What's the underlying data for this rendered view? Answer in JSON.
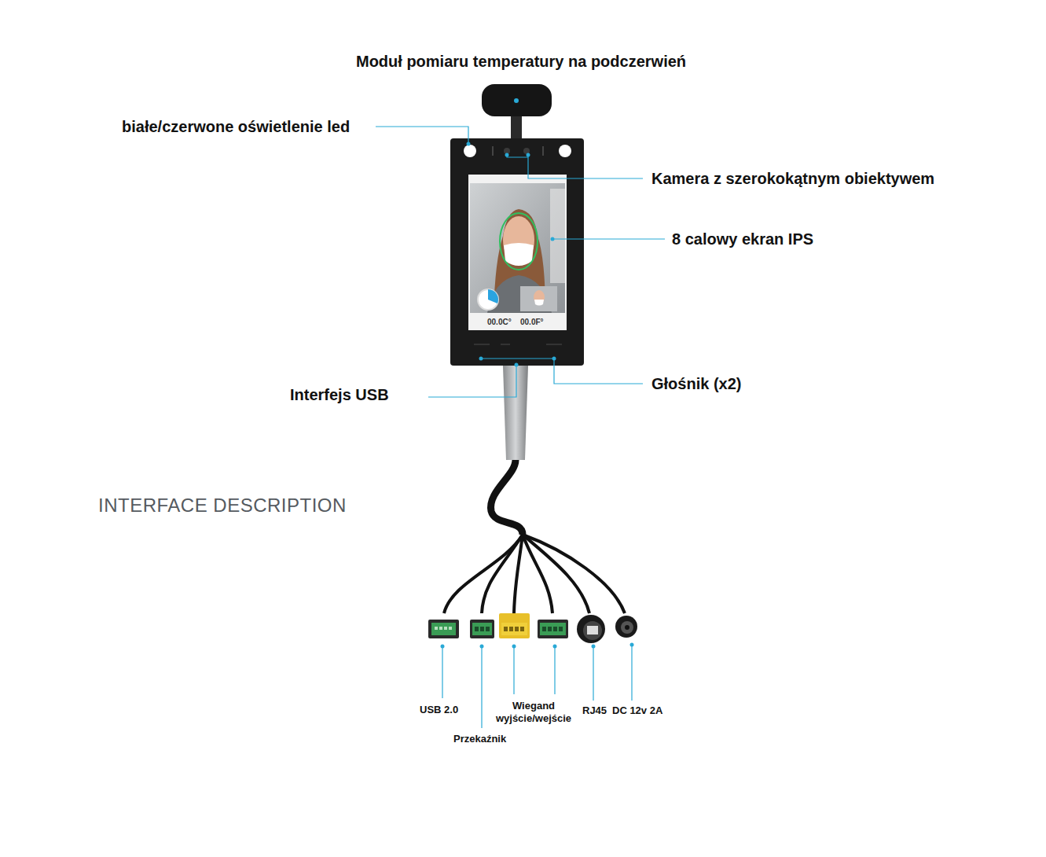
{
  "diagram": {
    "labels": [
      "Moduł pomiaru temperatury na podczerwień",
      "białe/czerwone oświetlenie led",
      "Kamera z szerokokątnym obiektywem",
      "8 calowy ekran IPS",
      "Interfejs USB",
      "Głośnik (x2)",
      "INTERFACE DESCRIPTION",
      "USB 2.0",
      "Przekaźnik",
      "Wiegand wyjście/wejście",
      "RJ45",
      "DC 12v 2A",
      "00.0C°",
      "00.0F°"
    ]
  }
}
